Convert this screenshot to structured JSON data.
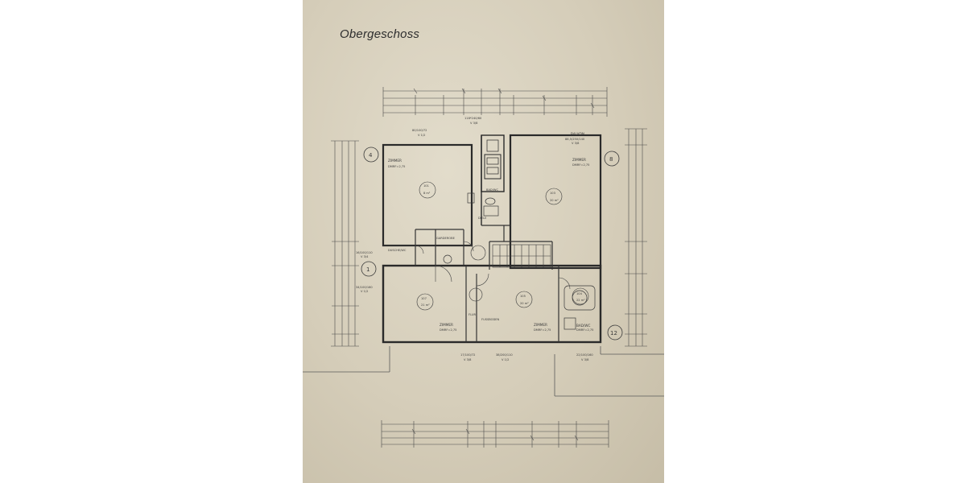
{
  "sheet": {
    "title": "Obergeschoss"
  },
  "axes": {
    "a4": "4",
    "a8": "8",
    "a1": "1",
    "a12": "12"
  },
  "rooms": {
    "r101": {
      "name": "ZIMMER",
      "number": "101",
      "area": "8 m²"
    },
    "r102": {
      "name": "ZIMMER",
      "number": "103",
      "area": "20 m²"
    },
    "r107": {
      "name": "ZIMMER",
      "number": "107",
      "area": "21 m²"
    },
    "r105": {
      "name": "ZIMMER",
      "number": "105",
      "area": "20 m²"
    },
    "r104": {
      "name": "BAD/WC",
      "number": "104",
      "area": "22 m²"
    },
    "badwc": {
      "name": "BAD/WC"
    },
    "diele": {
      "name": "DIELE"
    },
    "garderobe": {
      "name": "GARDEROBE"
    },
    "dusche": {
      "name": "DUSCHE/WC"
    },
    "flur": {
      "name": "FLUR"
    },
    "balkon": {
      "name": "BALKON"
    }
  },
  "notes": {
    "fussboden": "FUSSBODEN",
    "dmrf1": "DMRF=2,75",
    "dmrf2": "DMRF=2,75",
    "dmrf3": "DMRF=2,75",
    "dmrf4": "DMRF=2,75",
    "dmrf5": "DMRF=2,75"
  },
  "dimensions": {
    "top1": "80/100/72",
    "top1b": "V 1/2",
    "top2": "88,5/250/140",
    "top2b": "V 3/8",
    "top3": "118*240/60",
    "top3b": "V 3/8",
    "left1": "16/100/110",
    "left1b": "V 3/4",
    "left2": "34/100/160",
    "left2b": "V 1/2",
    "bot1": "17/100/72",
    "bot1b": "V 3/8",
    "bot2": "38/200/110",
    "bot2b": "V 1/2",
    "bot3": "22/100/160",
    "bot3b": "V 3/8"
  }
}
